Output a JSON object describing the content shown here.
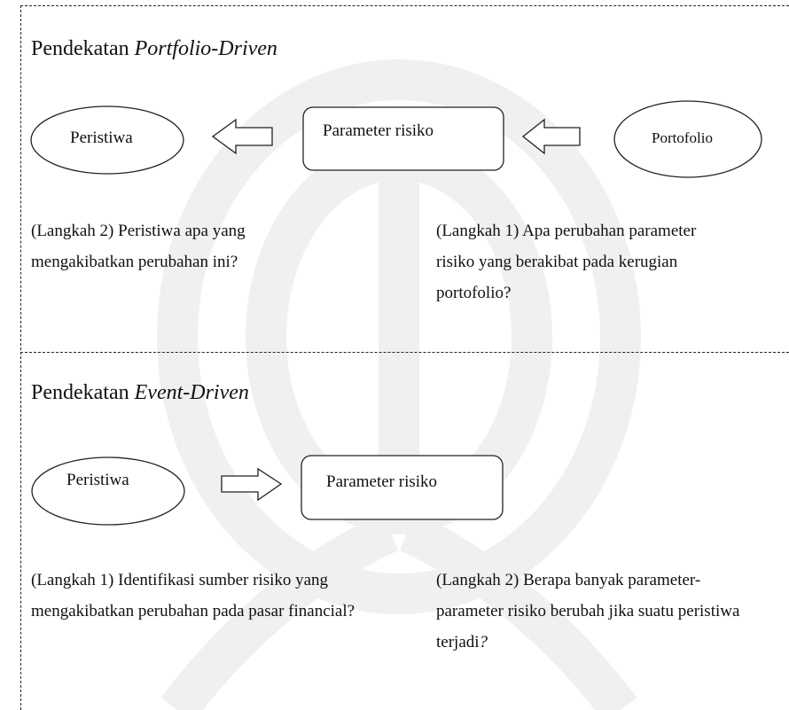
{
  "portfolio_section": {
    "title_prefix": "Pendekatan ",
    "title_emph": "Portfolio-Driven",
    "node_event": "Peristiwa",
    "node_param": "Parameter risiko",
    "node_portfolio": "Portofolio",
    "step2_text": "(Langkah   2) Peristiwa apa yang mengakibatkan perubahan ini?",
    "step1_text": "(Langkah 1) Apa perubahan parameter risiko yang berakibat pada kerugian portofolio?"
  },
  "event_section": {
    "title_prefix": "Pendekatan ",
    "title_emph": "Event-Driven",
    "node_event": "Peristiwa",
    "node_param": "Parameter risiko",
    "step1_text": "(Langkah 1) Identifikasi sumber risiko yang mengakibatkan perubahan pada pasar financial?",
    "step2_text": "(Langkah 2) Berapa banyak parameter-parameter risiko berubah jika suatu peristiwa terjadi",
    "step2_end": "?"
  },
  "colors": {
    "line": "#222222",
    "watermark": "#f0f0f0"
  }
}
